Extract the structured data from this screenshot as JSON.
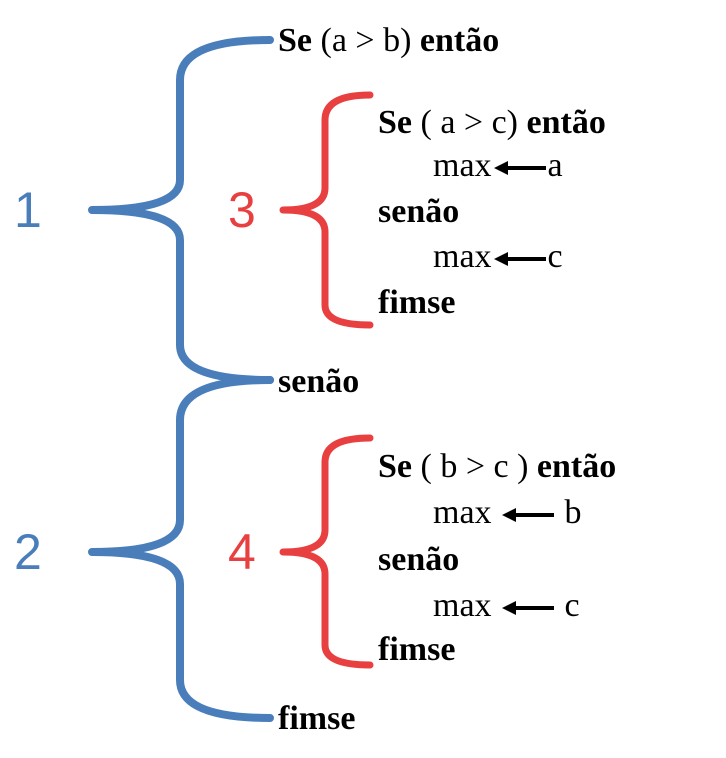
{
  "colors": {
    "outer_brace": "#4a7ebb",
    "inner_brace": "#e84040",
    "text": "#000000"
  },
  "labels": {
    "n1": "1",
    "n2": "2",
    "n3": "3",
    "n4": "4"
  },
  "outer_if": {
    "kw_se": "Se",
    "cond": "(a > b)",
    "kw_entao": "então",
    "kw_senao": "senão",
    "kw_fimse": "fimse"
  },
  "inner_if_1": {
    "kw_se": "Se",
    "cond": "( a > c)",
    "kw_entao": "então",
    "assign1_var": "max",
    "assign1_val": "a",
    "kw_senao": "senão",
    "assign2_var": "max",
    "assign2_val": "c",
    "kw_fimse": "fimse"
  },
  "inner_if_2": {
    "kw_se": "Se",
    "cond": "( b > c )",
    "kw_entao": "então",
    "assign1_var": "max",
    "assign1_val": "b",
    "kw_senao": "senão",
    "assign2_var": "max",
    "assign2_val": "c",
    "kw_fimse": "fimse"
  },
  "icons": {
    "assign_arrow": "left-arrow-icon"
  }
}
